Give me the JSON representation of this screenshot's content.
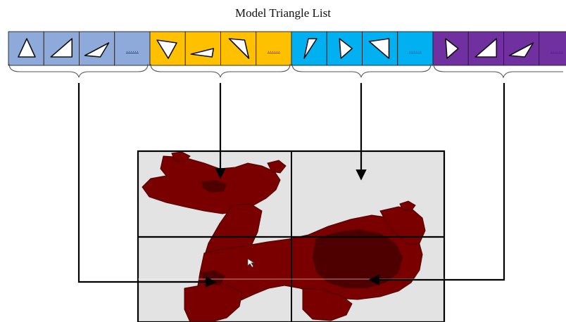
{
  "title": "Model Triangle List",
  "ellipsis": "……",
  "groups": [
    {
      "color": "#8eaadb",
      "triangles": [
        "equilateral",
        "right-slant",
        "flat-sliver"
      ]
    },
    {
      "color": "#ffc000",
      "triangles": [
        "tilted-a",
        "flat-wide",
        "tilted-b"
      ]
    },
    {
      "color": "#00b0f0",
      "triangles": [
        "tall-thin",
        "arrow-right",
        "tilted-c"
      ]
    },
    {
      "color": "#7030a0",
      "triangles": [
        "arrow-right",
        "right-slant",
        "flat-sliver"
      ]
    }
  ],
  "colors": {
    "grid_background": "#e3e3e3",
    "model": "#7a0000",
    "model_dark": "#4e0000",
    "ellipsis": "#2222ee"
  }
}
